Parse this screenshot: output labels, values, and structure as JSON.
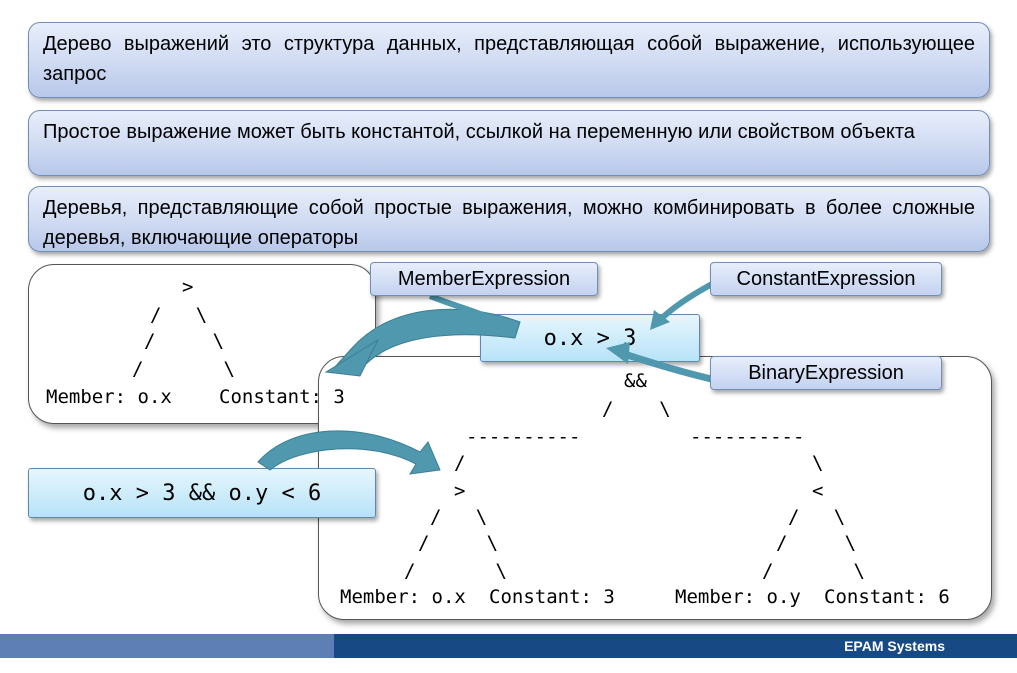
{
  "bullets": [
    "Дерево выражений это структура данных, представляющая собой выражение, использующее запрос",
    "Простое выражение может быть константой, ссылкой на переменную или свойством объекта",
    "Деревья, представляющие собой простые выражения, можно комбинировать в более сложные деревья, включающие операторы"
  ],
  "labels": {
    "member": "MemberExpression",
    "constant": "ConstantExpression",
    "binary": "BinaryExpression"
  },
  "expressions": {
    "simple": "o.x > 3",
    "combined": "o.x > 3 && o.y < 6"
  },
  "simple_tree": {
    "operator": ">",
    "left_leaf": "Member: o.x",
    "right_leaf": "Constant: 3"
  },
  "combined_tree": {
    "root_operator": "&&",
    "left_operator": ">",
    "right_operator": "<",
    "leaf_left_member": "Member: o.x",
    "leaf_left_constant": "Constant: 3",
    "leaf_right_member": "Member: o.y",
    "leaf_right_constant": "Constant: 6"
  },
  "footer": {
    "brand": "EPAM Systems"
  },
  "colors": {
    "bullet_border": "#6f8fb7",
    "arrow": "#4f98ad",
    "footer_light": "#5d7fb6",
    "footer_dark": "#174a84"
  }
}
